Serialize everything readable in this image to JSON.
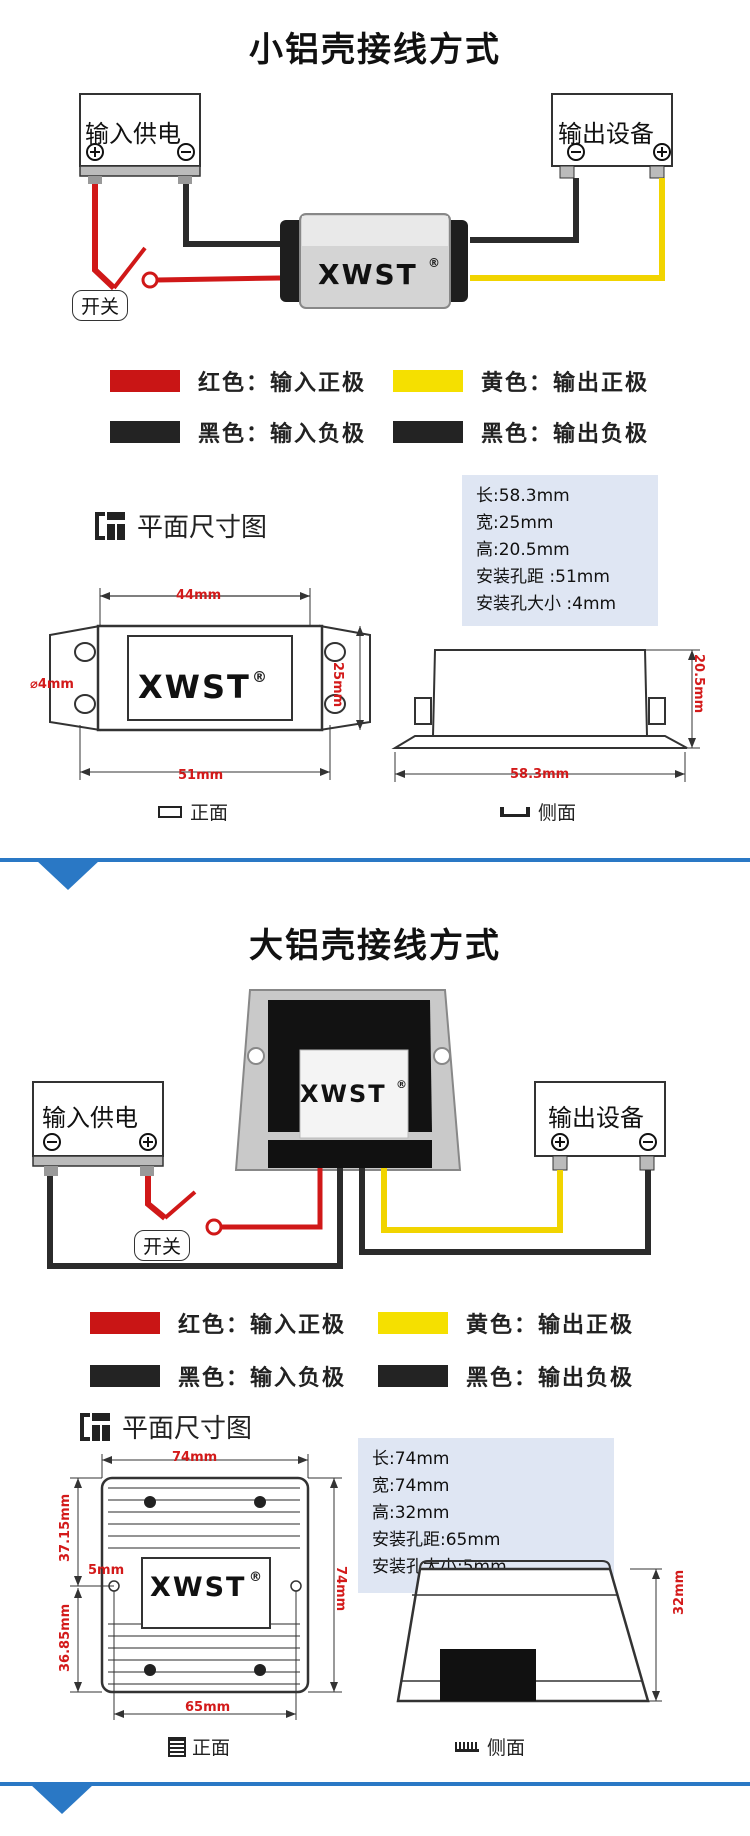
{
  "section1": {
    "title": "小铝壳接线方式",
    "input_box_label": "输入供电",
    "output_box_label": "输出设备",
    "switch_label": "开关",
    "brand": "XWST",
    "legend": [
      {
        "label": "红色：输入正极",
        "color": "#c91515"
      },
      {
        "label": "黄色：输出正极",
        "color": "#f5e000"
      },
      {
        "label": "黑色：输入负极",
        "color": "#232323"
      },
      {
        "label": "黑色：输出负极",
        "color": "#232323"
      }
    ],
    "plan_title": "平面尺寸图",
    "specs": [
      "长:58.3mm",
      "宽:25mm",
      "高:20.5mm",
      "安装孔距 :51mm",
      "安装孔大小 :4mm"
    ],
    "dims": {
      "top_width": "44mm",
      "hole": "4mm",
      "height_front": "25mm",
      "bottom_width": "51mm",
      "side_height": "20.5mm",
      "side_length": "58.3mm"
    },
    "front_caption": "正面",
    "side_caption": "侧面"
  },
  "section2": {
    "title": "大铝壳接线方式",
    "input_box_label": "输入供电",
    "output_box_label": "输出设备",
    "switch_label": "开关",
    "brand": "XWST",
    "legend": [
      {
        "label": "红色：输入正极",
        "color": "#c91515"
      },
      {
        "label": "黄色：输出正极",
        "color": "#f5e000"
      },
      {
        "label": "黑色：输入负极",
        "color": "#232323"
      },
      {
        "label": "黑色：输出负极",
        "color": "#232323"
      }
    ],
    "plan_title": "平面尺寸图",
    "specs": [
      "长:74mm",
      "宽:74mm",
      "高:32mm",
      "安装孔距:65mm",
      "安装孔大小:5mm"
    ],
    "dims": {
      "top_width": "74mm",
      "upper_height": "37.15mm",
      "hole": "5mm",
      "lower_height": "36.85mm",
      "right_height": "74mm",
      "bottom_width": "65mm",
      "side_height": "32mm"
    },
    "front_caption": "正面",
    "side_caption": "侧面"
  },
  "colors": {
    "accent": "#2a78c5",
    "red_wire": "#d01818",
    "yellow_wire": "#f1d400",
    "black_wire": "#2b2b2b",
    "spec_bg": "#dfe6f3",
    "dim_red": "#d31a1a"
  },
  "icons": {
    "plus": "plus-circle-icon",
    "minus": "minus-circle-icon",
    "plan": "plan-layout-icon",
    "switch": "switch-icon"
  }
}
